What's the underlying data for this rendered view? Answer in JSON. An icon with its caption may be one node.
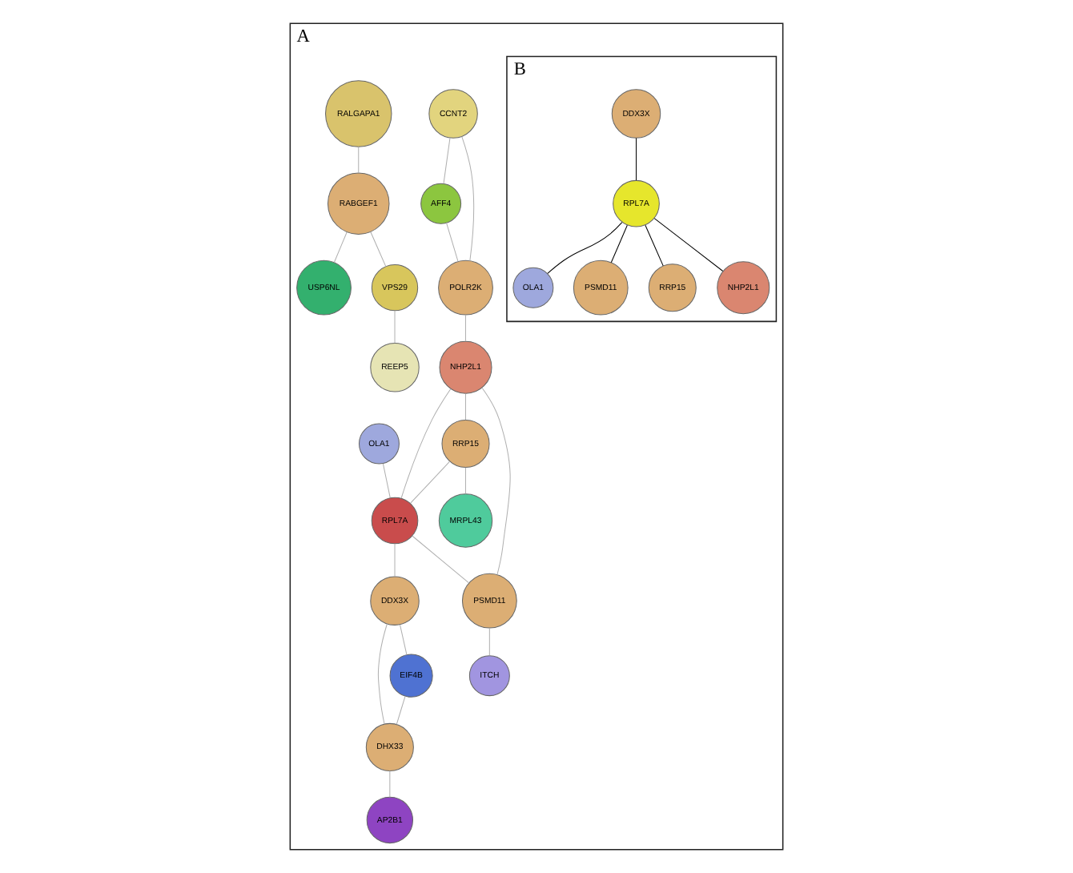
{
  "diagram": {
    "nodes": [
      {
        "text": [
          "A"
        ]
      },
      {
        "text": [
          "CCNT2"
        ],
        "in": 0
      },
      {
        "text": [
          "AFF4"
        ],
        "in": 0
      },
      {
        "text": [
          "POLR2K"
        ],
        "in": 0
      },
      {
        "text": [
          "NHP2L1"
        ],
        "in": 0
      },
      {
        "text": [
          "MRPL43"
        ],
        "in": 0
      },
      {
        "text": [
          "RRP15"
        ],
        "in": 0
      },
      {
        "text": [
          "OLA1"
        ],
        "in": 0
      },
      {
        "text": [
          "RPL7A"
        ],
        "in": 0
      },
      {
        "text": [
          "PSMD11"
        ],
        "in": 0
      },
      {
        "text": [
          "ITCH"
        ],
        "in": 0
      },
      {
        "text": [
          "DDX3X"
        ],
        "in": 0
      },
      {
        "text": [
          "EIF4B"
        ],
        "in": 0
      },
      {
        "text": [
          "DHX33"
        ],
        "in": 0
      },
      {
        "text": [
          "AP2B1"
        ],
        "in": 0
      },
      {
        "text": [
          "RALGAPA1"
        ],
        "in": 0
      },
      {
        "text": [
          "RABGEF1"
        ],
        "in": 0
      },
      {
        "text": [
          "USP6NL"
        ],
        "in": 0
      },
      {
        "text": [
          "VPS29"
        ],
        "in": 0
      },
      {
        "text": [
          "REEP5"
        ],
        "in": 0
      },
      {
        "text": [
          "B"
        ],
        "in": 0
      },
      {
        "text": [
          "DDX3X"
        ],
        "in": 20
      },
      {
        "text": [
          "RPL7A"
        ],
        "in": 20
      },
      {
        "text": [
          "OLA1"
        ],
        "in": 20
      },
      {
        "text": [
          "PSMD11"
        ],
        "in": 20
      },
      {
        "text": [
          "RRP15"
        ],
        "in": 20
      },
      {
        "text": [
          "NHP2L1"
        ],
        "in": 20
      }
    ],
    "edges": [
      {
        "from": 1,
        "to": 2,
        "arrow": "none"
      },
      {
        "from": 1,
        "to": 3,
        "arrow": "none"
      },
      {
        "from": 2,
        "to": 3,
        "arrow": "none"
      },
      {
        "from": 3,
        "to": 4,
        "arrow": "none"
      },
      {
        "from": 4,
        "to": 6,
        "arrow": "none"
      },
      {
        "from": 4,
        "to": 8,
        "arrow": "none"
      },
      {
        "from": 4,
        "to": 9,
        "arrow": "none"
      },
      {
        "from": 6,
        "to": 5,
        "arrow": "none"
      },
      {
        "from": 6,
        "to": 8,
        "arrow": "none"
      },
      {
        "from": 7,
        "to": 8,
        "arrow": "none"
      },
      {
        "from": 8,
        "to": 9,
        "arrow": "none"
      },
      {
        "from": 9,
        "to": 10,
        "arrow": "none"
      },
      {
        "from": 8,
        "to": 11,
        "arrow": "none"
      },
      {
        "from": 11,
        "to": 12,
        "arrow": "none"
      },
      {
        "from": 11,
        "to": 13,
        "arrow": "none"
      },
      {
        "from": 12,
        "to": 13,
        "arrow": "none"
      },
      {
        "from": 13,
        "to": 14,
        "arrow": "none"
      },
      {
        "from": 15,
        "to": 16,
        "arrow": "none"
      },
      {
        "from": 16,
        "to": 17,
        "arrow": "none"
      },
      {
        "from": 16,
        "to": 18,
        "arrow": "none"
      },
      {
        "from": 18,
        "to": 19,
        "arrow": "none"
      },
      {
        "from": 21,
        "to": 22,
        "arrow": "none",
        "color": "#000000"
      },
      {
        "from": 22,
        "to": 23,
        "arrow": "none",
        "color": "#000000"
      },
      {
        "from": 22,
        "to": 24,
        "arrow": "none",
        "color": "#000000"
      },
      {
        "from": 22,
        "to": 25,
        "arrow": "none",
        "color": "#000000"
      },
      {
        "from": 22,
        "to": 26,
        "arrow": "none",
        "color": "#000000"
      }
    ]
  }
}
